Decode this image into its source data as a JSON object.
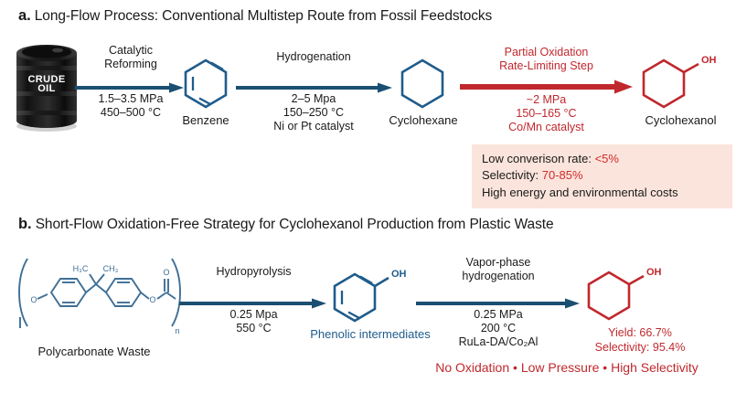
{
  "figure": {
    "panel_a": {
      "index": "a.",
      "title": "Long-Flow Process: Conventional Multistep Route from Fossil Feedstocks",
      "feedstock": {
        "name": "CRUDE OIL",
        "line1": "CRUDE",
        "line2": "OIL"
      },
      "steps": [
        {
          "name_line1": "Catalytic",
          "name_line2": "Reforming",
          "cond_line1": "1.5–3.5 MPa",
          "cond_line2": "450–500 °C",
          "cond_line3": "",
          "color": "#1a4f72"
        },
        {
          "name_line1": "Hydrogenation",
          "name_line2": "",
          "cond_line1": "2–5 Mpa",
          "cond_line2": "150–250 °C",
          "cond_line3": "Ni or Pt catalyst",
          "color": "#1a4f72"
        },
        {
          "name_line1": "Partial Oxidation",
          "name_line2": "Rate-Limiting Step",
          "cond_line1": "~2 MPa",
          "cond_line2": "150–165 °C",
          "cond_line3": "Co/Mn catalyst",
          "color": "#c0282d"
        }
      ],
      "species": [
        {
          "name": "Benzene",
          "kind": "benzene-ring",
          "color": "#1f5c8b"
        },
        {
          "name": "Cyclohexane",
          "kind": "cyclohexane-ring",
          "color": "#1f5c8b"
        },
        {
          "name": "Cyclohexanol",
          "kind": "cyclohexanol-ring",
          "oh": "OH",
          "color": "#c0282d"
        }
      ],
      "drawbacks": {
        "line1_label": "Low converison rate:",
        "line1_value": "<5%",
        "line2_label": "Selectivity:",
        "line2_value": "70-85%",
        "line3": "High energy and environmental costs",
        "bg": "#fbe4dc"
      }
    },
    "panel_b": {
      "index": "b.",
      "title": "Short-Flow Oxidation-Free Strategy for Cyclohexanol Production from Plastic Waste",
      "feedstock": {
        "name": "Polycarbonate Waste",
        "methyl_left": "H₃C",
        "methyl_right": "CH₃",
        "o_left": "O",
        "o_right": "O",
        "carbonyl_o": "O",
        "subscript_n": "n"
      },
      "steps": [
        {
          "name_line1": "Hydropyrolysis",
          "name_line2": "",
          "cond_line1": "0.25 Mpa",
          "cond_line2": "550 °C",
          "cond_line3": "",
          "color": "#1a4f72"
        },
        {
          "name_line1": "Vapor-phase",
          "name_line2": "hydrogenation",
          "cond_line1": "0.25 MPa",
          "cond_line2": "200 °C",
          "cond_line3": "RuLa-DA/Co₂Al",
          "color": "#1a4f72"
        }
      ],
      "species": [
        {
          "name": "Phenolic intermediates",
          "kind": "phenol-ring",
          "oh": "OH",
          "color": "#1f5c8b"
        },
        {
          "name": "",
          "kind": "cyclohexanol-ring",
          "oh": "OH",
          "color": "#c0282d"
        }
      ],
      "results": {
        "yield_label": "Yield: 66.7%",
        "selectivity_label": "Selectivity: 95.4%"
      },
      "tagline": "No Oxidation • Low Pressure • High Selectivity"
    },
    "colors": {
      "blue": "#1a4f72",
      "ring_blue": "#1f5c8b",
      "red": "#c0282d",
      "box_bg": "#fbe4dc",
      "text": "#1a1a1a"
    }
  }
}
